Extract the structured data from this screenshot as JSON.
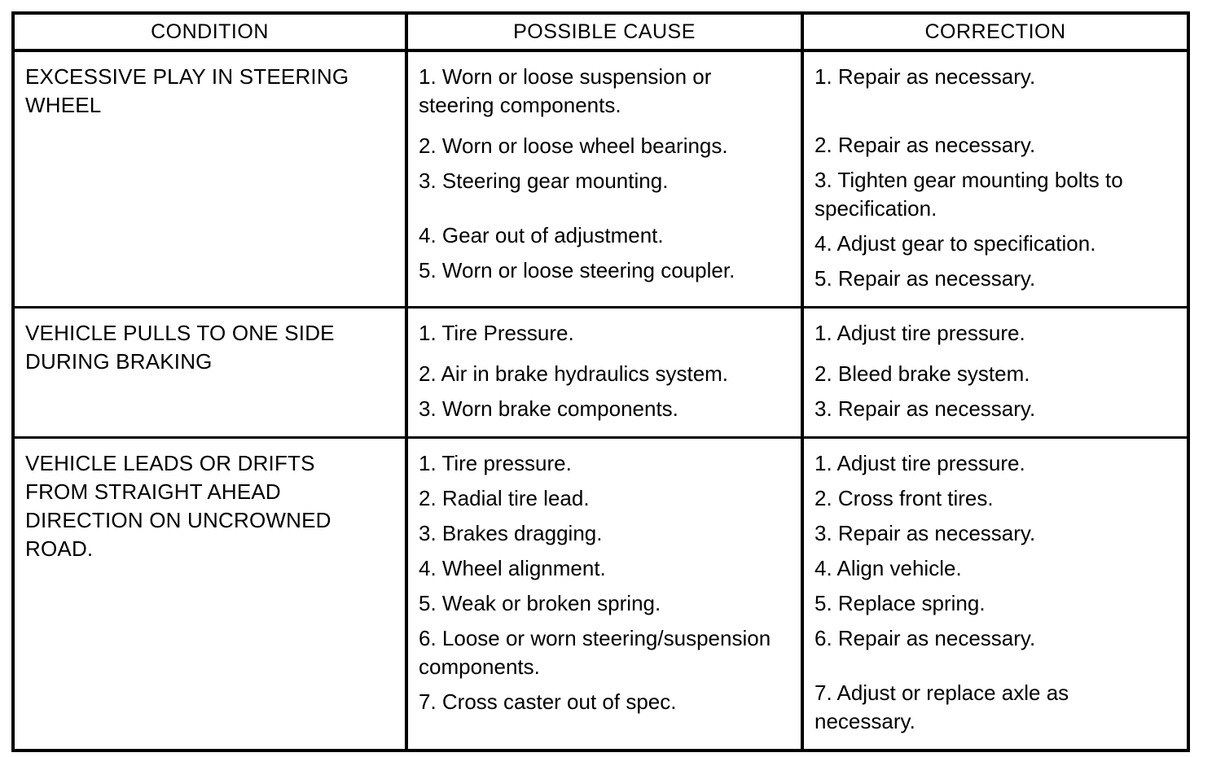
{
  "table": {
    "columns": [
      "CONDITION",
      "POSSIBLE CAUSE",
      "CORRECTION"
    ],
    "rows": [
      {
        "condition": "EXCESSIVE PLAY IN STEERING\nWHEEL",
        "causes": [
          "1. Worn or loose suspension or steering components.",
          "2. Worn or loose wheel bearings.",
          "3. Steering gear mounting.",
          "4. Gear out of adjustment.",
          "5. Worn or loose steering coupler."
        ],
        "corrections": [
          "1. Repair as necessary.",
          "2. Repair as necessary.",
          "3. Tighten gear mounting bolts to specification.",
          "4. Adjust gear to specification.",
          "5. Repair as necessary."
        ]
      },
      {
        "condition": "VEHICLE PULLS TO ONE SIDE\nDURING BRAKING",
        "causes": [
          "1. Tire Pressure.",
          "2. Air in brake hydraulics system.",
          "3. Worn brake components."
        ],
        "corrections": [
          "1. Adjust tire pressure.",
          "2. Bleed brake system.",
          "3. Repair as necessary."
        ]
      },
      {
        "condition": "VEHICLE LEADS OR DRIFTS\nFROM STRAIGHT AHEAD\nDIRECTION ON UNCROWNED\nROAD.",
        "causes": [
          "1. Tire pressure.",
          "2. Radial tire lead.",
          "3. Brakes dragging.",
          "4. Wheel alignment.",
          "5. Weak or broken spring.",
          "6. Loose or worn steering/suspension components.",
          "7. Cross caster out of spec."
        ],
        "corrections": [
          "1. Adjust tire pressure.",
          "2. Cross front tires.",
          "3. Repair as necessary.",
          "4. Align vehicle.",
          "5. Replace spring.",
          "6. Repair as necessary.",
          "7. Adjust or replace axle as necessary."
        ]
      }
    ]
  }
}
